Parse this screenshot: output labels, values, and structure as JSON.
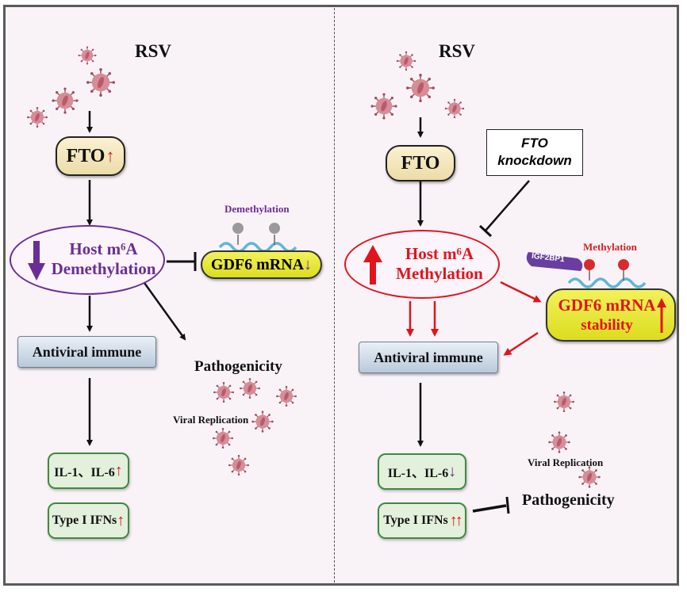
{
  "left_panel": {
    "title": "RSV",
    "fto": {
      "label": "FTO",
      "direction": "up"
    },
    "m6a": {
      "line1": "Host  m⁶A",
      "line2": "Demethylation",
      "direction": "down"
    },
    "mrna_label": "Demethylation",
    "mrna_mod": "m⁶A",
    "gdf6": {
      "label": "GDF6 mRNA",
      "direction": "down"
    },
    "antiviral": "Antiviral immune",
    "pathogenicity": "Pathogenicity",
    "viral_replication": "Viral Replication",
    "il": {
      "label": "IL-1、IL-6",
      "direction": "up"
    },
    "ifn": {
      "label": "Type I IFNs",
      "direction": "up"
    }
  },
  "right_panel": {
    "title": "RSV",
    "fto": {
      "label": "FTO"
    },
    "knockdown": {
      "line1": "FTO",
      "line2": "knockdown"
    },
    "m6a": {
      "line1": "Host  m⁶A",
      "line2": "Methylation",
      "direction": "up"
    },
    "mrna_label": "Methylation",
    "reader": "IGF2BP1",
    "mrna_mod": "m⁶A",
    "gdf6": {
      "line1": "GDF6 mRNA",
      "line2": "stability",
      "direction": "up"
    },
    "antiviral": "Antiviral immune",
    "pathogenicity": "Pathogenicity",
    "viral_replication": "Viral Replication",
    "il": {
      "label": "IL-1、IL-6",
      "direction": "down"
    },
    "ifn": {
      "label": "Type I IFNs",
      "direction": "double-up"
    }
  },
  "colors": {
    "purple": "#6a2d96",
    "red": "#e0141c",
    "virus": "#c9727e",
    "green_border": "#3f8a3f"
  }
}
